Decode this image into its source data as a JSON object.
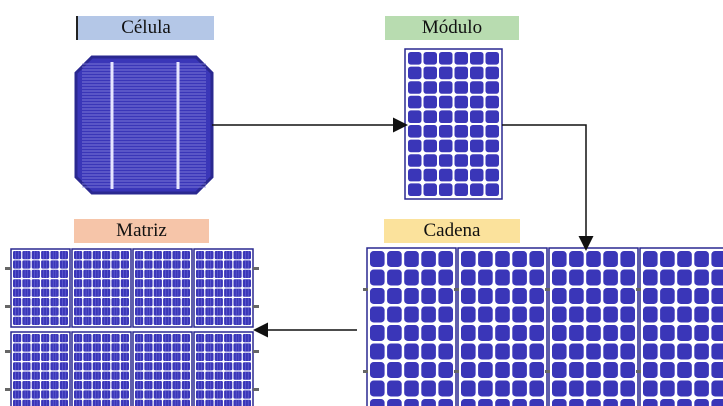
{
  "labels": {
    "cell": "Célula",
    "module": "Módulo",
    "array": "Matriz",
    "string": "Cadena"
  },
  "colors": {
    "cell_label_bg": "#b4c7e7",
    "module_label_bg": "#b8dcb0",
    "array_label_bg": "#f6c5a9",
    "string_label_bg": "#fbe29c",
    "panel_blue": "#3a36b8",
    "panel_frame": "#2a2890",
    "panel_grid": "#ffffff",
    "arrow": "#111111"
  },
  "icons": {
    "cell": "solar-cell-icon",
    "module": "solar-module-icon",
    "string": "solar-string-icon",
    "array": "solar-array-icon"
  }
}
